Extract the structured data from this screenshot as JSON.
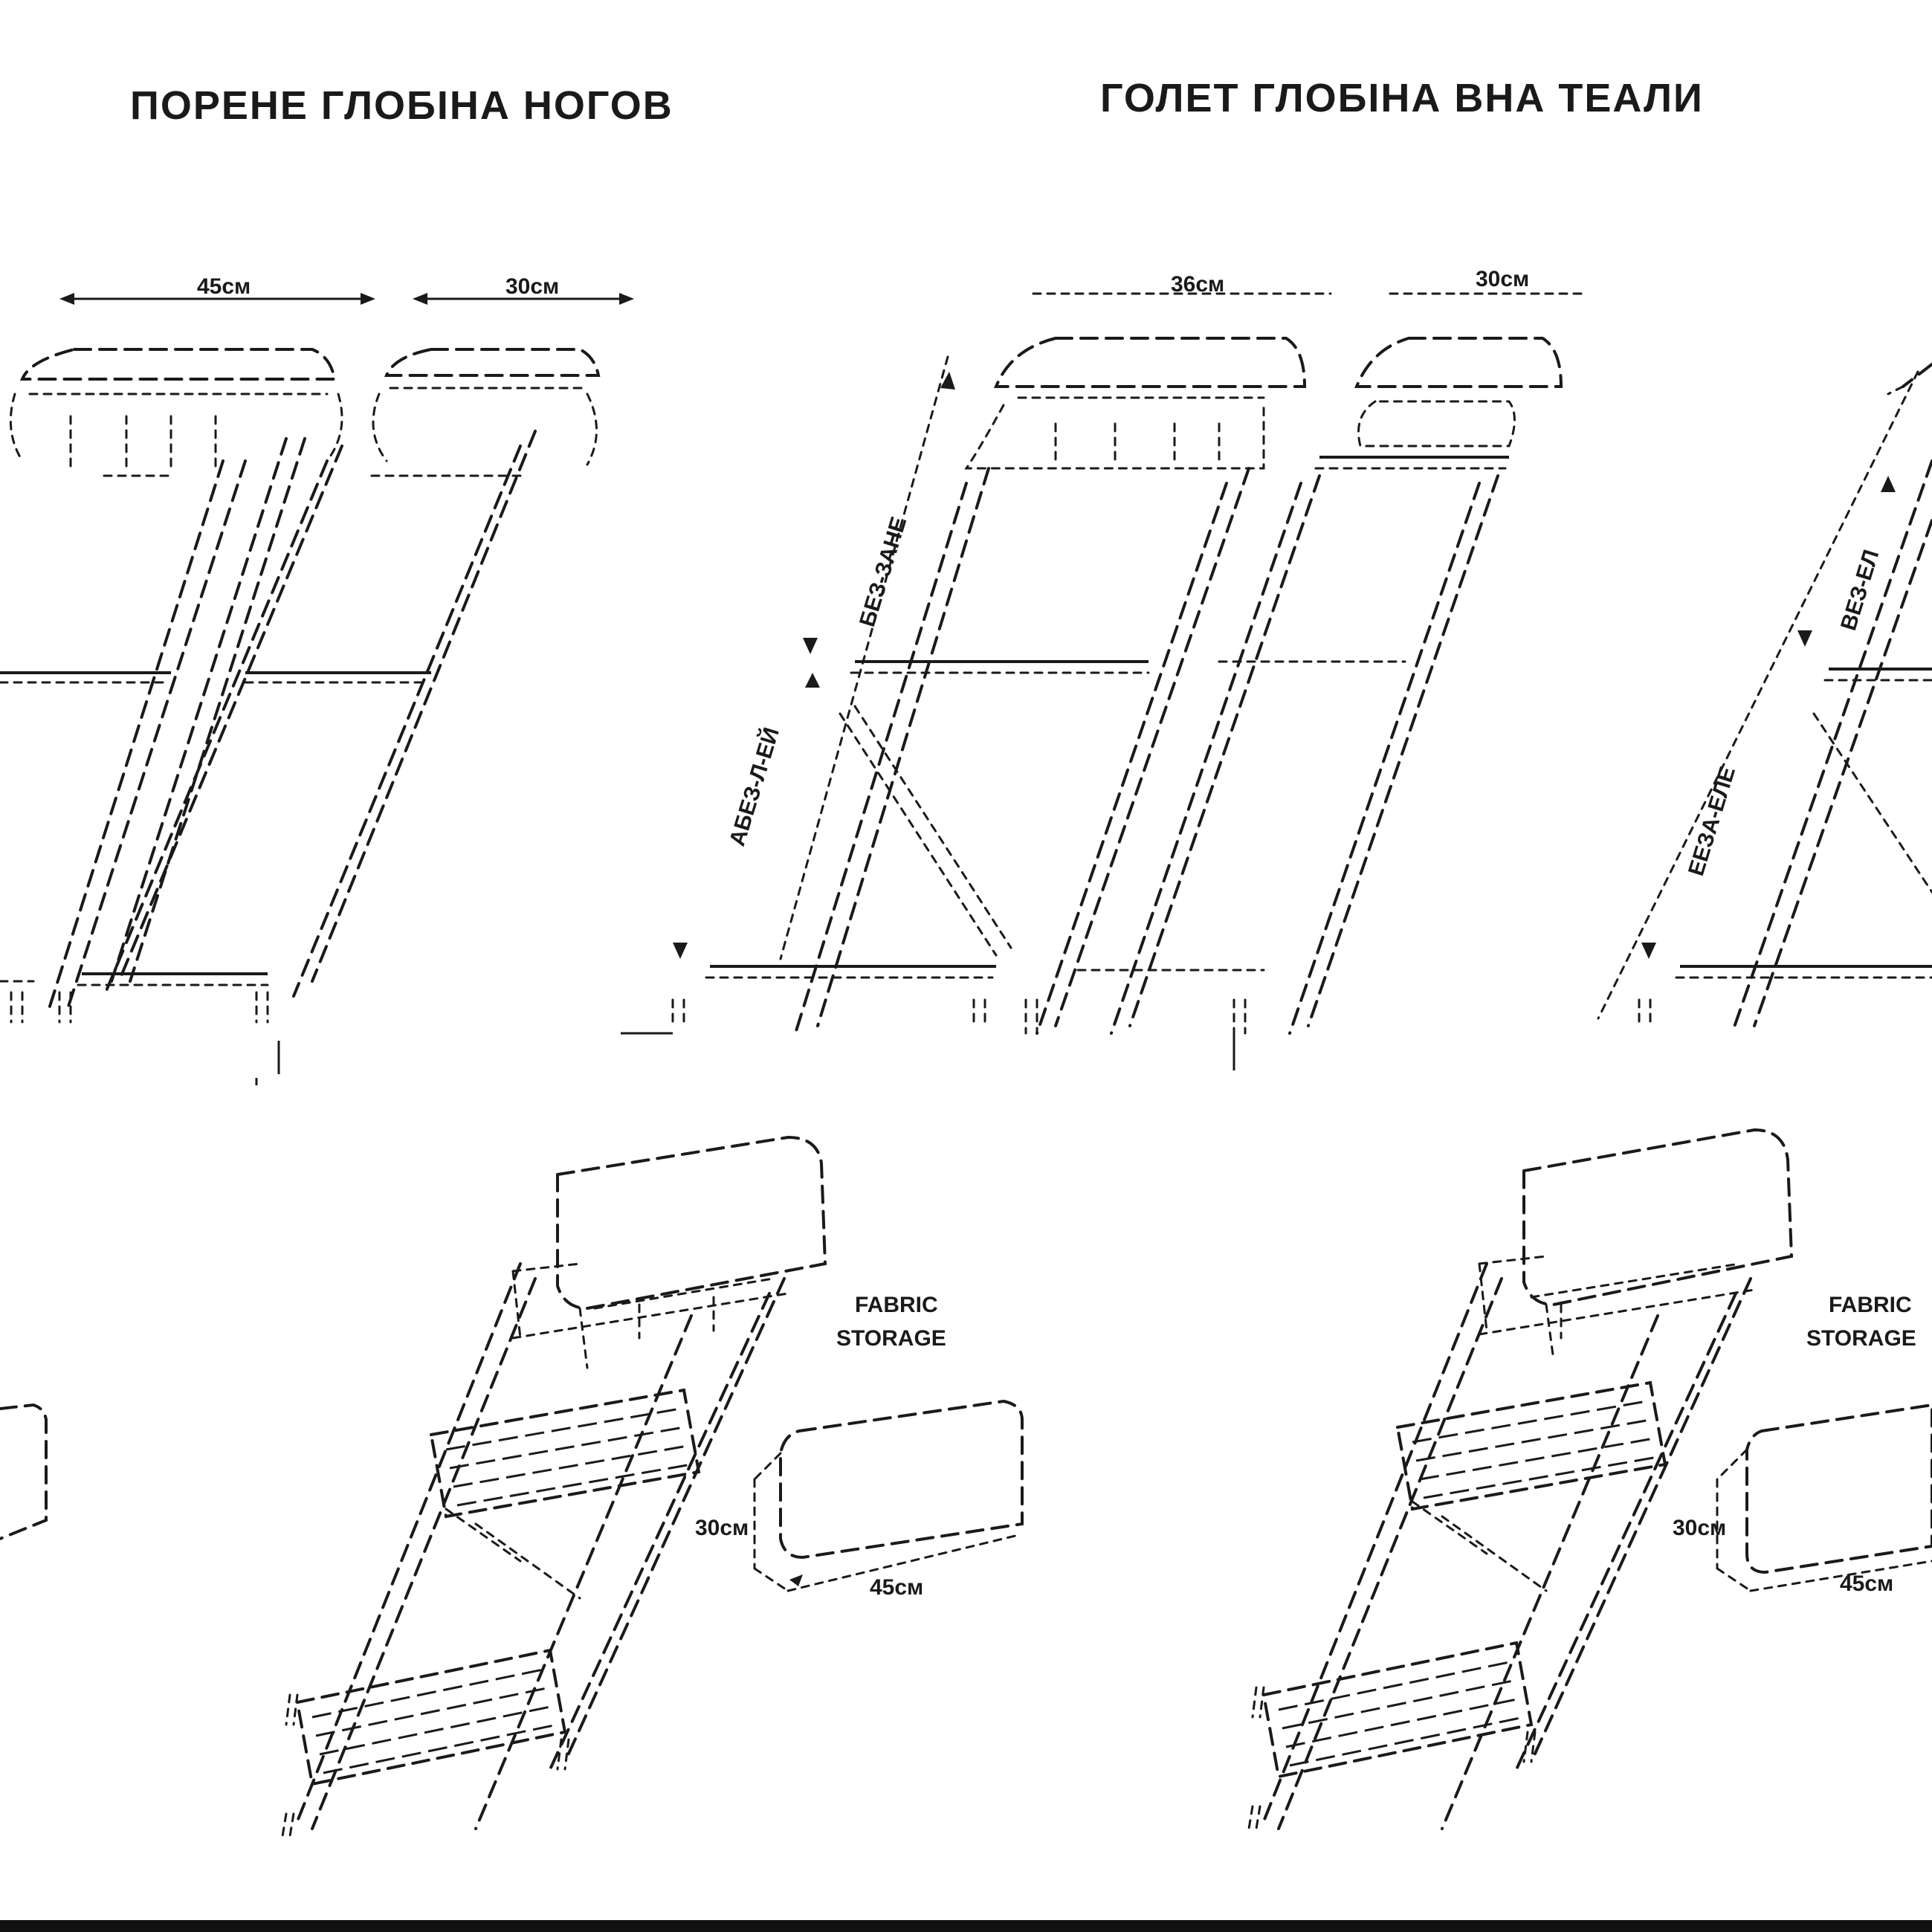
{
  "titles": {
    "left": "ПОРЕНЕ ГЛОБІНА НОГОВ",
    "right": "ГОЛЕТ ГЛОБІНА ВНА ТЕАЛИ"
  },
  "dimensions": {
    "top_left_width": "45см",
    "top_left_depth": "30см",
    "top_mid_width": "36см",
    "top_mid_depth": "30см",
    "mid_height_upper": "БЕЗ-ЗАНЕ",
    "mid_height_lower": "АБЕЗ-Л-ЕЙ",
    "right_height_upper": "ВЕЗ-ЕЛ",
    "right_height_lower": "ЕЕЗА-ЕЛЕ",
    "bottom_left_box_width": "30см",
    "bottom_left_box_depth": "45см",
    "bottom_right_box_width": "30см",
    "bottom_right_box_depth": "45см"
  },
  "labels": {
    "left_box_title": "FABRIC",
    "left_box_sub": "STORAGE",
    "right_box_title": "FABRIC",
    "right_box_sub": "STORAGE"
  },
  "colors": {
    "line": "#1a1a1a",
    "background": "#ffffff",
    "bottom_bar": "#111111"
  }
}
